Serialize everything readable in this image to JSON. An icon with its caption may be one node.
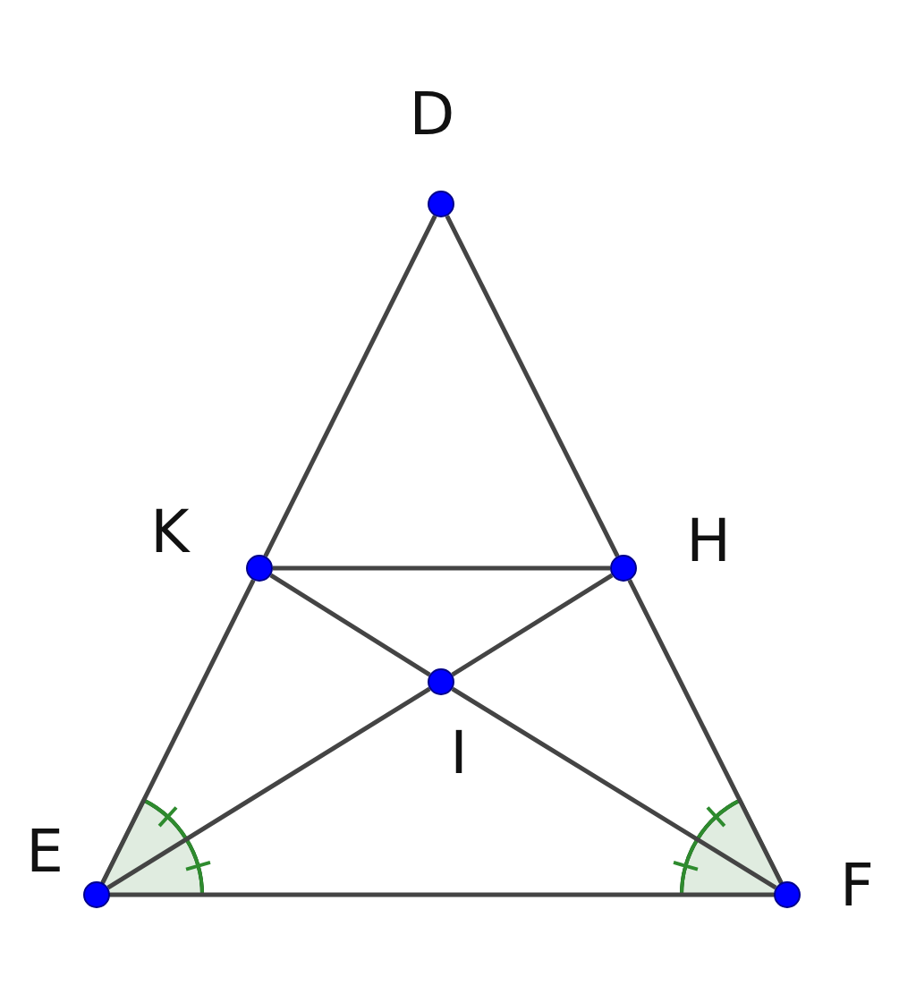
{
  "diagram": {
    "nodes": [
      {
        "text": [
          "D"
        ]
      },
      {
        "text": [
          "K"
        ]
      },
      {
        "text": [
          "H"
        ]
      },
      {
        "text": [
          "I"
        ]
      },
      {
        "text": [
          "E"
        ]
      },
      {
        "text": [
          "F"
        ]
      }
    ],
    "edges": [
      {
        "from": 0,
        "to": 1,
        "arrow": "none"
      },
      {
        "from": 1,
        "to": 4,
        "arrow": "none"
      },
      {
        "from": 0,
        "to": 2,
        "arrow": "none"
      },
      {
        "from": 2,
        "to": 5,
        "arrow": "none"
      },
      {
        "from": 1,
        "to": 2,
        "arrow": "none"
      },
      {
        "from": 1,
        "to": 3,
        "arrow": "none"
      },
      {
        "from": 3,
        "to": 5,
        "arrow": "none"
      },
      {
        "from": 2,
        "to": 3,
        "arrow": "none"
      },
      {
        "from": 3,
        "to": 4,
        "arrow": "none"
      },
      {
        "from": 4,
        "to": 5,
        "arrow": "none"
      }
    ]
  }
}
